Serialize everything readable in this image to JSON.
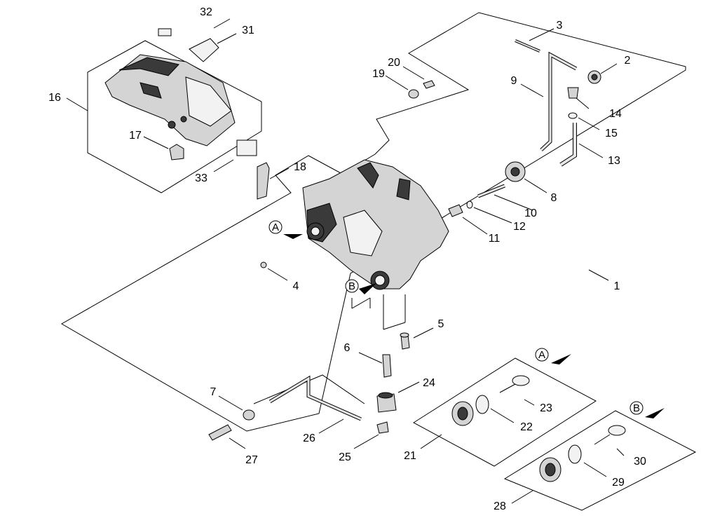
{
  "diagram": {
    "callouts": [
      {
        "id": "1",
        "label": "1"
      },
      {
        "id": "2",
        "label": "2"
      },
      {
        "id": "3",
        "label": "3"
      },
      {
        "id": "4",
        "label": "4"
      },
      {
        "id": "5",
        "label": "5"
      },
      {
        "id": "6",
        "label": "6"
      },
      {
        "id": "7",
        "label": "7"
      },
      {
        "id": "8",
        "label": "8"
      },
      {
        "id": "9",
        "label": "9"
      },
      {
        "id": "10",
        "label": "10"
      },
      {
        "id": "11",
        "label": "11"
      },
      {
        "id": "12",
        "label": "12"
      },
      {
        "id": "13",
        "label": "13"
      },
      {
        "id": "14",
        "label": "14"
      },
      {
        "id": "15",
        "label": "15"
      },
      {
        "id": "16",
        "label": "16"
      },
      {
        "id": "17",
        "label": "17"
      },
      {
        "id": "18",
        "label": "18"
      },
      {
        "id": "19",
        "label": "19"
      },
      {
        "id": "20",
        "label": "20"
      },
      {
        "id": "21",
        "label": "21"
      },
      {
        "id": "22",
        "label": "22"
      },
      {
        "id": "23",
        "label": "23"
      },
      {
        "id": "24",
        "label": "24"
      },
      {
        "id": "25",
        "label": "25"
      },
      {
        "id": "26",
        "label": "26"
      },
      {
        "id": "27",
        "label": "27"
      },
      {
        "id": "28",
        "label": "28"
      },
      {
        "id": "29",
        "label": "29"
      },
      {
        "id": "30",
        "label": "30"
      },
      {
        "id": "31",
        "label": "31"
      },
      {
        "id": "32",
        "label": "32"
      },
      {
        "id": "33",
        "label": "33"
      }
    ],
    "markers": {
      "a": "A",
      "b": "B"
    }
  }
}
